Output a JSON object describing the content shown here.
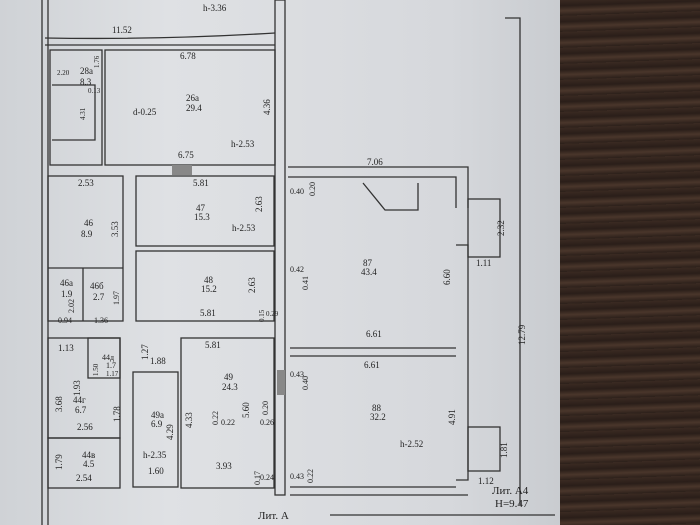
{
  "plan": {
    "top_height": "h-3.36",
    "top_width": "11.52",
    "rooms": [
      {
        "id": "26a",
        "area": "29.4"
      },
      {
        "id": "28a",
        "area": "8.3"
      },
      {
        "id": "46",
        "area": "8.9"
      },
      {
        "id": "46a",
        "area": "1.9"
      },
      {
        "id": "46б",
        "area": "2.7"
      },
      {
        "id": "47",
        "area": "15.3"
      },
      {
        "id": "48",
        "area": "15.2"
      },
      {
        "id": "44д",
        "area": "1.7"
      },
      {
        "id": "44г",
        "area": "6.7"
      },
      {
        "id": "44в",
        "area": "4.5"
      },
      {
        "id": "49a",
        "area": "6.9"
      },
      {
        "id": "49",
        "area": "24.3"
      },
      {
        "id": "87",
        "area": "43.4"
      },
      {
        "id": "88",
        "area": "32.2"
      }
    ],
    "dims": {
      "d678": "6.78",
      "d675": "6.75",
      "d436": "4.36",
      "h253a": "h-2.53",
      "d025": "d-0.25",
      "d220": "2.20",
      "d176": "1.76",
      "d431": "4.31",
      "d013": "0.13",
      "d253": "2.53",
      "d581a": "5.81",
      "d353": "3.53",
      "d263a": "2.63",
      "h253b": "h-2.53",
      "d263b": "2.63",
      "d581b": "5.81",
      "d202": "2.02",
      "d197": "1.97",
      "d094": "0.94",
      "d136": "1.36",
      "d015": "0.15",
      "d029": "0.29",
      "d113": "1.13",
      "d193": "1.93",
      "d150": "1.50",
      "d117": "1.17",
      "d127": "1.27",
      "d188": "1.88",
      "d581c": "5.81",
      "d368": "3.68",
      "d178": "1.78",
      "d256": "2.56",
      "d433": "4.33",
      "d429": "4.29",
      "d022a": "0.22",
      "d022b": "0.22",
      "d560": "5.60",
      "d020a": "0.20",
      "d026": "0.26",
      "d179": "1.79",
      "d254": "2.54",
      "h235": "h-2.35",
      "d160": "1.60",
      "d393": "3.93",
      "d017": "0.17",
      "d024": "0.24",
      "d706": "7.06",
      "d040": "0.40",
      "d020b": "0.20",
      "d232": "2.32",
      "d111": "1.11",
      "d042": "0.42",
      "d041": "0.41",
      "d660": "6.60",
      "d661a": "6.61",
      "d1279": "12.79",
      "d661b": "6.61",
      "d043a": "0.43",
      "d040b": "0.40",
      "d491": "4.91",
      "h252": "h-2.52",
      "d181": "1.81",
      "d043b": "0.43",
      "d022c": "0.22",
      "d112": "1.12"
    },
    "lit_a4": "Лит. А4",
    "height_a4": "H=9.47",
    "lit_a": "Лит. А"
  }
}
